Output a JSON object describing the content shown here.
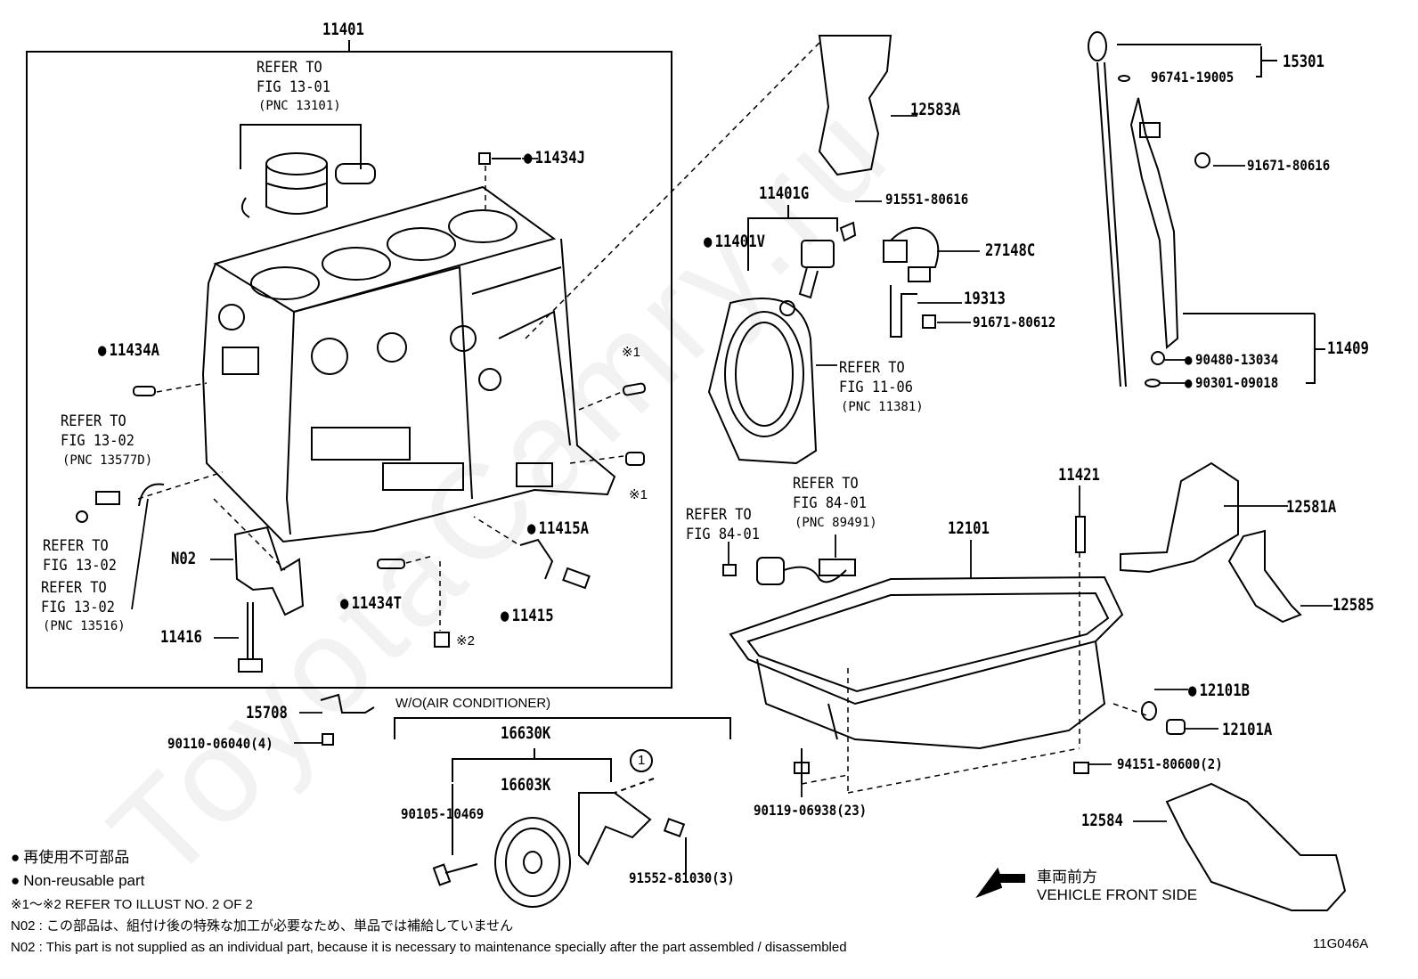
{
  "watermark": "ToyotaCamry.ru",
  "diagram_id": "11G046A",
  "groups": {
    "cylinder_block": "11401",
    "air_conditioner_option": "W/O(AIR CONDITIONER)",
    "pulley_group": "16630K",
    "sensor_group": "11401G"
  },
  "refs": [
    {
      "l1": "REFER TO",
      "l2": "FIG 13-01",
      "pnc": "(PNC 13101)"
    },
    {
      "l1": "REFER TO",
      "l2": "FIG 13-02",
      "pnc": "(PNC 13577D)"
    },
    {
      "l1": "REFER TO",
      "l2": "FIG 13-02",
      "pnc": ""
    },
    {
      "l1": "REFER TO",
      "l2": "FIG 13-02",
      "pnc": "(PNC 13516)"
    },
    {
      "l1": "REFER TO",
      "l2": "FIG 11-06",
      "pnc": "(PNC 11381)"
    },
    {
      "l1": "REFER TO",
      "l2": "FIG 84-01",
      "pnc": "(PNC 89491)"
    },
    {
      "l1": "REFER TO",
      "l2": "FIG 84-01",
      "pnc": ""
    }
  ],
  "parts": {
    "p11434J": "11434J",
    "p11434A": "11434A",
    "p11434T": "11434T",
    "p11415A": "11415A",
    "p11415": "11415",
    "N02": "N02",
    "p11416": "11416",
    "mark1": "※1",
    "mark2": "※2",
    "p12583A": "12583A",
    "p11401V": "11401V",
    "p91551": "91551-80616",
    "p27148C": "27148C",
    "p19313": "19313",
    "p91671_612": "91671-80612",
    "p15301": "15301",
    "p96741": "96741-19005",
    "p91671_616": "91671-80616",
    "p11409": "11409",
    "p90480": "90480-13034",
    "p90301": "90301-09018",
    "p11421": "11421",
    "p12581A": "12581A",
    "p12101": "12101",
    "p12585": "12585",
    "p12101B": "12101B",
    "p12101A": "12101A",
    "p94151": "94151-80600(2)",
    "p90119": "90119-06938(23)",
    "p12584": "12584",
    "p15708": "15708",
    "p90110": "90110-06040(4)",
    "p16603K": "16603K",
    "p90105": "90105-10469",
    "p91552": "91552-81030(3)",
    "circle1": "1"
  },
  "vehicle_front": {
    "jp": "車両前方",
    "en": "VEHICLE FRONT SIDE"
  },
  "legend": {
    "jp": "再使用不可部品",
    "en": "Non-reusable part",
    "illust_note": "※1～※2  REFER TO ILLUST NO. 2 OF 2",
    "n02_jp": "N02 : この部品は、組付け後の特殊な加工が必要なため、単品では補給していません",
    "n02_en": "N02 : This part is not supplied as an individual part, because it is necessary to maintenance specially after the part assembled / disassembled"
  }
}
